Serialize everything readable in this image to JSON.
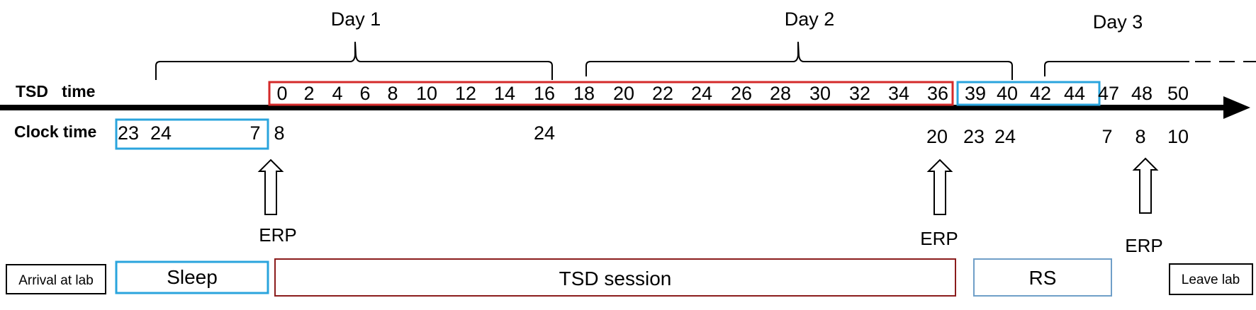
{
  "labels": {
    "tsd_time": "TSD   time",
    "clock_time": "Clock time"
  },
  "days": [
    "Day 1",
    "Day 2",
    "Day 3"
  ],
  "tsd_ticks": [
    "0",
    "2",
    "4",
    "6",
    "8",
    "10",
    "12",
    "14",
    "16",
    "18",
    "20",
    "22",
    "24",
    "26",
    "28",
    "30",
    "32",
    "34",
    "36",
    "39",
    "40",
    "42",
    "44",
    "47",
    "48",
    "50"
  ],
  "clock_ticks": [
    "23",
    "24",
    "7",
    "8",
    "24",
    "20",
    "23",
    "24",
    "7",
    "8",
    "10"
  ],
  "erp": [
    "ERP",
    "ERP",
    "ERP"
  ],
  "phases": {
    "arrival": "Arrival at lab",
    "sleep": "Sleep",
    "tsd_session": "TSD session",
    "rs": "RS",
    "leave": "Leave lab"
  },
  "colors": {
    "tsd_box": "#d42a2a",
    "sleep_box": "#2aa4dd",
    "tsd_session_box": "#8b1c1c",
    "rs_box": "#6f9fc8",
    "axis": "#000000"
  }
}
